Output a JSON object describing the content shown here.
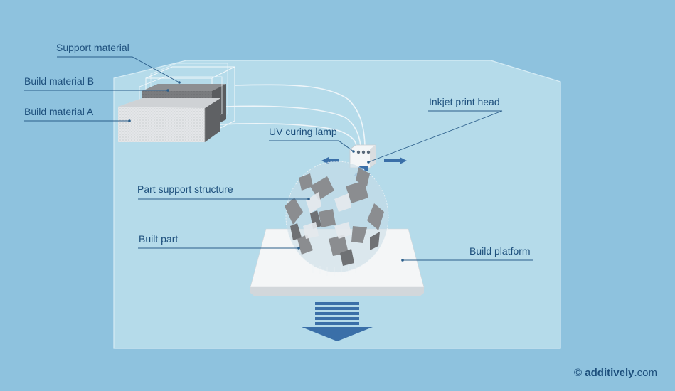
{
  "labels": {
    "support_material": "Support material",
    "build_material_b": "Build material B",
    "build_material_a": "Build material A",
    "uv_curing_lamp": "UV curing lamp",
    "inkjet_print_head": "Inkjet print head",
    "part_support_structure": "Part support structure",
    "built_part": "Built part",
    "build_platform": "Build platform"
  },
  "footer": {
    "symbol": "©",
    "brand": "additively",
    "suffix": ".com"
  },
  "colors": {
    "background": "#8ec2de",
    "chamber": "#b5dbea",
    "label_text": "#1d4f7c",
    "leader_line": "#2a5d8a",
    "arrow": "#3a6fa8",
    "platform": "#f4f6f7",
    "material_gray": "#a7a8aa",
    "material_dark": "#6f7072"
  }
}
